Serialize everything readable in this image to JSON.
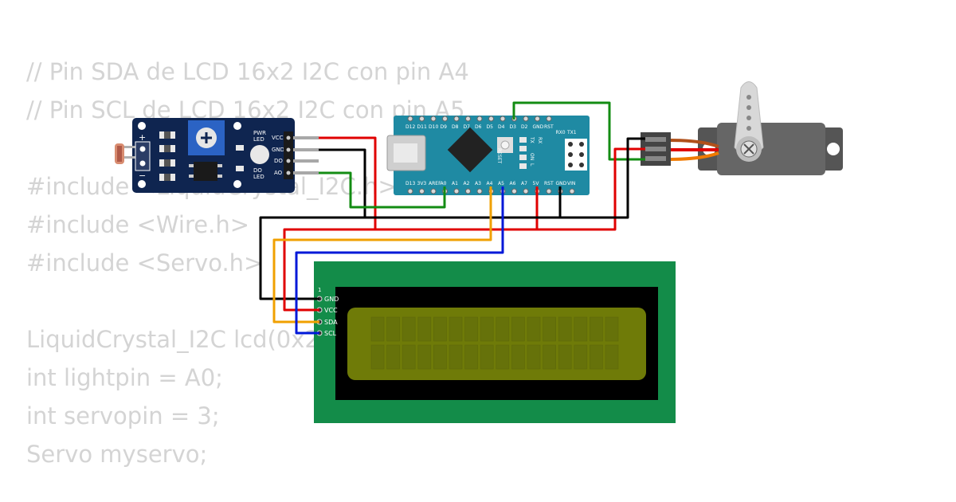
{
  "code_lines": [
    "// Pin SDA de LCD 16x2 I2C con pin A4",
    "// Pin SCL de LCD 16x2 I2C con pin A5",
    "",
    "#include <LiquidCrystal_I2C.h>",
    "#include <Wire.h>",
    "#include <Servo.h>",
    "",
    "LiquidCrystal_I2C lcd(0x27, 16, 2);",
    "int lightpin = A0;",
    "int servopin = 3;",
    "Servo myservo;"
  ],
  "sensor": {
    "pins": [
      "VCC",
      "GND",
      "DO",
      "AO"
    ],
    "pwr_led": [
      "PWR",
      "LED"
    ],
    "do_led": [
      "DO",
      "LED"
    ],
    "plus": "+",
    "minus": "−"
  },
  "nano": {
    "top_pins": [
      "D12",
      "D11",
      "D10",
      "D9",
      "D8",
      "D7",
      "D6",
      "D5",
      "D4",
      "D3",
      "D2",
      "GND",
      "RST",
      "RX0",
      "TX1"
    ],
    "bottom_pins": [
      "D13",
      "3V3",
      "AREF",
      "A0",
      "A1",
      "A2",
      "A3",
      "A4",
      "A5",
      "A6",
      "A7",
      "5V",
      "RST",
      "GND",
      "VIN"
    ],
    "reset": "RESET",
    "leds": [
      "TX",
      "RX",
      "ON",
      "L"
    ]
  },
  "lcd": {
    "pin1": "1",
    "pins": [
      "GND",
      "VCC",
      "SDA",
      "SCL"
    ]
  },
  "colors": {
    "wire_red": "#e00000",
    "wire_black": "#000000",
    "wire_green": "#138c13",
    "wire_yellow": "#f0a000",
    "wire_blue": "#0018d8",
    "nano_board": "#1f8aa3",
    "lcd_board": "#138c49",
    "sensor_board": "#0f2550",
    "code_text": "#d4d4d4"
  }
}
